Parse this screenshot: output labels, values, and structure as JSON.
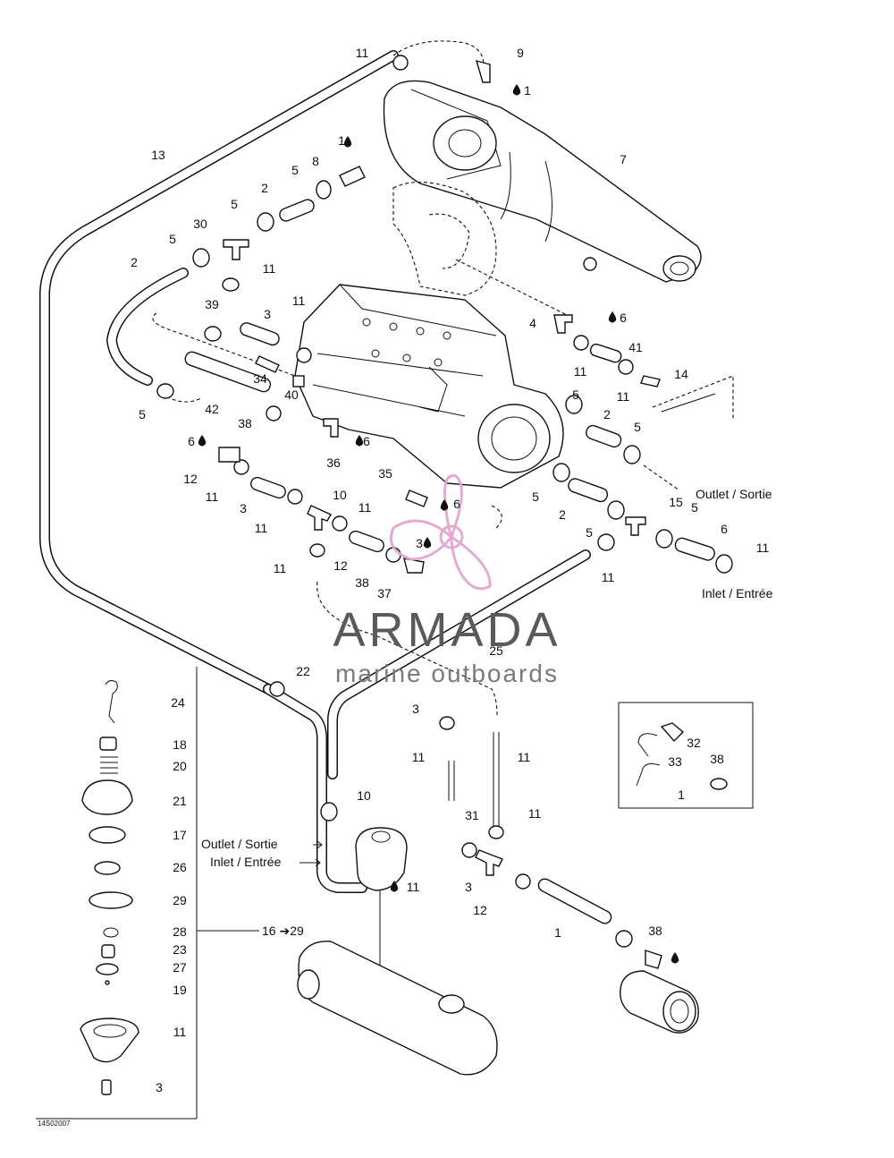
{
  "callouts": [
    "11",
    "9",
    "1",
    "1",
    "8",
    "7",
    "13",
    "5",
    "2",
    "5",
    "30",
    "5",
    "2",
    "11",
    "39",
    "3",
    "11",
    "4",
    "6",
    "41",
    "34",
    "40",
    "11",
    "14",
    "11",
    "5",
    "42",
    "38",
    "5",
    "2",
    "5",
    "6",
    "6",
    "36",
    "12",
    "35",
    "11",
    "3",
    "11",
    "10",
    "11",
    "6",
    "5",
    "15",
    "5",
    "2",
    "5",
    "6",
    "11",
    "3",
    "11",
    "12",
    "38",
    "37",
    "11",
    "25",
    "22",
    "24",
    "18",
    "20",
    "21",
    "17",
    "26",
    "29",
    "28",
    "23",
    "27",
    "19",
    "11",
    "3",
    "3",
    "11",
    "11",
    "31",
    "11",
    "32",
    "33",
    "38",
    "1",
    "10",
    "11",
    "3",
    "12",
    "1",
    "38"
  ],
  "captions": {
    "outlet_right": "Outlet / Sortie",
    "inlet_right": "Inlet / Entrée",
    "outlet_left": "Outlet / Sortie",
    "inlet_left": "Inlet / Entrée",
    "range": "16 ➔29",
    "figure_code": "14S02007"
  },
  "watermark": {
    "brand": "ARMADA",
    "tagline": "marine outboards",
    "accent": "#e3a6cf",
    "text_color": "#5a5a5a"
  },
  "icons": [
    "drop-icon"
  ]
}
